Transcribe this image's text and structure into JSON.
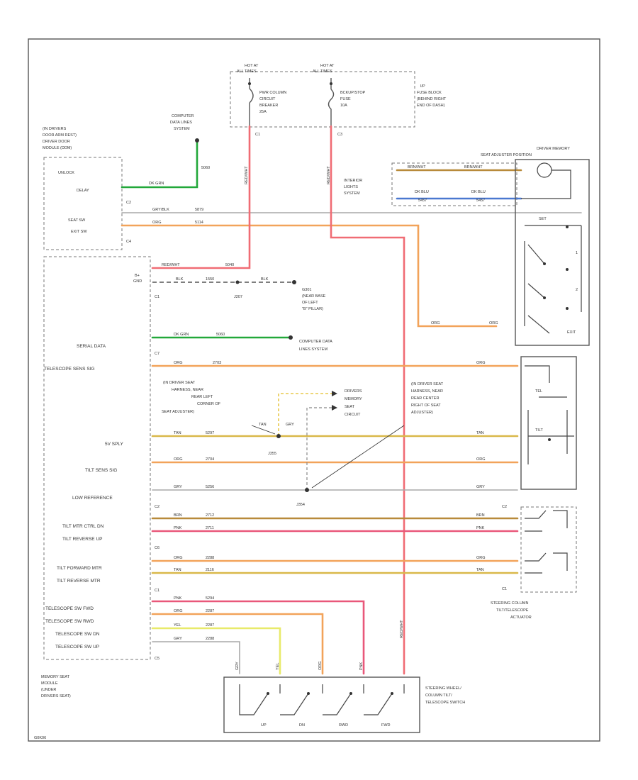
{
  "diagram": {
    "footer_code": "G0K06",
    "power": {
      "hot_1": [
        "HOT AT",
        "ALL TIMES"
      ],
      "hot_2": [
        "HOT AT",
        "ALL TIMES"
      ],
      "breaker": [
        "PWR COLUMN",
        "CIRCUIT",
        "BREAKER",
        "25A"
      ],
      "fuse": [
        "BCKUP/STOP",
        "FUSE",
        "10A"
      ],
      "fuse_block": [
        "I/P",
        "FUSE BLOCK",
        "(BEHIND RIGHT",
        "END OF DASH)"
      ],
      "c1": "C1",
      "c3": "C3",
      "wire_a": "RED/WHT",
      "wire_b": "RED/WHT"
    },
    "computer_data_top": [
      "COMPUTER",
      "DATA LINES",
      "SYSTEM"
    ],
    "door_module": [
      "(IN DRIVERS",
      "DOOR ARM REST)",
      "DRIVER DOOR",
      "MODULE (DDM)"
    ],
    "door_labels": [
      "UNLOCK",
      "DELAY",
      "SEAT SW",
      "EXIT SW"
    ],
    "door_conns": [
      "C2",
      "C4"
    ],
    "door_wires": [
      "DK GRN",
      "GRY/BLK",
      "ORG"
    ],
    "door_circuits": [
      "5060",
      "5879",
      "5114"
    ],
    "interior": [
      "INTERIOR",
      "LIGHTS",
      "SYSTEM"
    ],
    "interior_wires": [
      "BRN/WHT",
      "BRN/WHT",
      "DK BLU",
      "DK BLU"
    ],
    "interior_circuits": [
      "5457",
      "5457"
    ],
    "memory_switch": {
      "title": [
        "DRIVER MEMORY",
        "SEAT ADJUSTER POSITION"
      ],
      "labels": [
        "1",
        "2",
        "SET",
        "EXIT"
      ]
    },
    "msm_left": [
      "B+",
      "GND",
      "C1",
      "SERIAL DATA",
      "C7",
      "TELESCOPE SENS SIG",
      "5V SPLY",
      "TILT SENS SIG",
      "LOW REFERENCE",
      "C2",
      "TILT MTR CTRL DN",
      "TILT REVERSE UP",
      "C6",
      "TILT FORWARD MTR",
      "TILT REVERSE MTR",
      "C1",
      "TELESCOPE SW FWD",
      "TELESCOPE SW RWD",
      "TELESCOPE SW DN",
      "TELESCOPE SW UP",
      "C5"
    ],
    "msm_wires": [
      "RED/WHT",
      "BLK",
      "DK GRN",
      "ORG",
      "TAN",
      "ORG",
      "GRY",
      "BRN",
      "PNK",
      "ORG",
      "TAN",
      "PNK",
      "ORG",
      "YEL",
      "GRY"
    ],
    "msm_circuits": [
      "5040",
      "1550",
      "5060",
      "2703",
      "5297",
      "2704",
      "5256",
      "2712",
      "2711",
      "2288",
      "2116",
      "5294",
      "2287",
      "2287",
      "2288"
    ],
    "grounds": [
      "J207",
      "G301",
      "(NEAR BASE",
      "OF LEFT",
      "\"B\" PILLAR)",
      "BLK"
    ],
    "computer_data_mid": [
      "COMPUTER DATA",
      "LINES SYSTEM"
    ],
    "splice_left": [
      "(IN DRIVER SEAT",
      "HARNESS, NEAR",
      "REAR LEFT",
      "CORNER OF",
      "SEAT ADJUSTER)"
    ],
    "splice_right": [
      "(IN DRIVER SEAT",
      "HARNESS, NEAR",
      "REAR CENTER",
      "RIGHT OF SEAT",
      "ADJUSTER)"
    ],
    "splices": [
      "J355",
      "J354"
    ],
    "splice_wires": [
      "TAN",
      "GRY"
    ],
    "drivers_memory": [
      "DRIVERS",
      "MEMORY",
      "SEAT",
      "CIRCUIT"
    ],
    "memory_module": [
      "MEMORY SEAT",
      "MODULE",
      "(UNDER",
      "DRIVERS SEAT)"
    ],
    "actuator": [
      "STEERING COLUMN",
      "TILT/TELESCOPE",
      "ACTUATOR"
    ],
    "actuator_wires": [
      "ORG",
      "TAN",
      "ORG",
      "GRY",
      "BRN",
      "PNK",
      "ORG",
      "TAN"
    ],
    "actuator_labels": [
      "TEL",
      "TILT"
    ],
    "actuator_conns": [
      "C2",
      "C1"
    ],
    "switch": {
      "title": [
        "STEERING WHEEL/",
        "COLUMN TILT/",
        "TELESCOPE SWITCH"
      ],
      "labels": [
        "UP",
        "DN",
        "RWD",
        "FWD"
      ],
      "wires": [
        "GRY",
        "YEL",
        "ORG",
        "PNK",
        "RED/WHT"
      ]
    },
    "exit_wire": "ORG",
    "colors": {
      "green": "#22a83a",
      "red": "#f06c74",
      "orange": "#f2a35a",
      "tan": "#d9b84a",
      "blue": "#4a78d0",
      "pink": "#e9587a",
      "yellow": "#e8ea6a",
      "brown": "#b88a3a",
      "grey": "#a9a9a9"
    }
  }
}
